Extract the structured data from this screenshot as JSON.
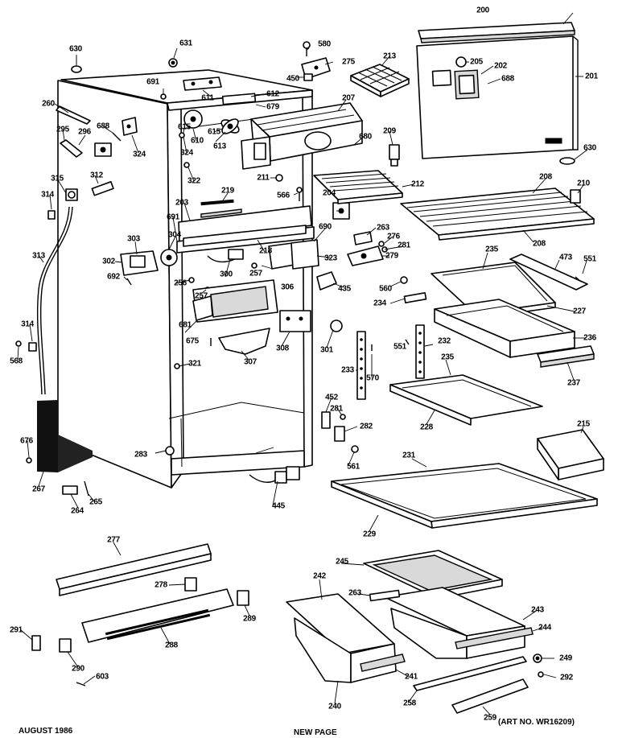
{
  "diagram": {
    "footer_date": "AUGUST 1986",
    "footer_center": "NEW PAGE",
    "art_number": "(ART NO. WR16209)",
    "callouts": [
      "200",
      "201",
      "202",
      "203",
      "204",
      "205",
      "207",
      "208",
      "209",
      "210",
      "211",
      "212",
      "213",
      "215",
      "218",
      "219",
      "227",
      "228",
      "229",
      "231",
      "232",
      "233",
      "234",
      "235",
      "236",
      "237",
      "240",
      "241",
      "242",
      "243",
      "244",
      "245",
      "249",
      "256",
      "257",
      "258",
      "259",
      "260",
      "263",
      "264",
      "265",
      "267",
      "275",
      "276",
      "277",
      "278",
      "279",
      "281",
      "282",
      "283",
      "288",
      "289",
      "290",
      "291",
      "292",
      "295",
      "296",
      "300",
      "301",
      "302",
      "303",
      "304",
      "306",
      "307",
      "308",
      "312",
      "313",
      "314",
      "315",
      "321",
      "322",
      "323",
      "324",
      "435",
      "445",
      "450",
      "452",
      "473",
      "551",
      "560",
      "561",
      "566",
      "568",
      "570",
      "580",
      "603",
      "610",
      "611",
      "612",
      "613",
      "615",
      "630",
      "631",
      "675",
      "676",
      "679",
      "680",
      "681",
      "688",
      "690",
      "691",
      "692"
    ]
  }
}
